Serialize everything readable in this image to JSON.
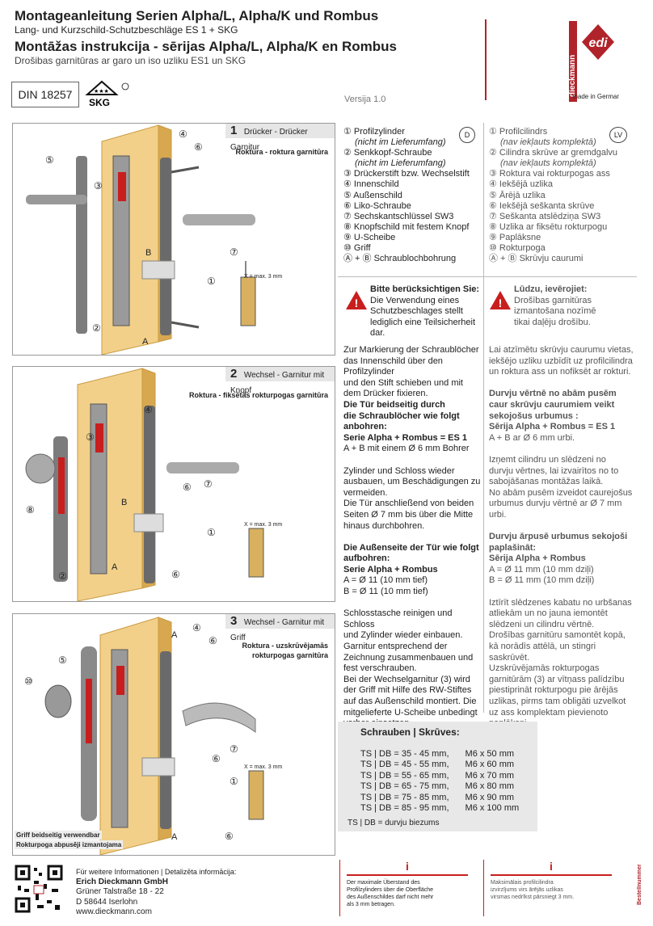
{
  "header": {
    "title_de": "Montageanleitung Serien Alpha/L, Alpha/K und Rombus",
    "subtitle_de": "Lang- und Kurzschild-Schutzbeschläge ES 1 + SKG",
    "title_lv": "Montāžas instrukcija - sērijas Alpha/L, Alpha/K en Rombus",
    "subtitle_lv": "Drošibas garnitūras ar garo un iso uzliku ES1 un SKG",
    "din": "DIN 18257",
    "skg": "SKG",
    "version": "Versija 1.0"
  },
  "logo": {
    "brand": "dieckmann",
    "mark": "edi",
    "tagline": "made in Germany",
    "color": "#b0232a"
  },
  "panels": [
    {
      "num": "1",
      "bar": "Drücker - Drücker Garnitur",
      "sub": "Roktura - roktura garnitūra"
    },
    {
      "num": "2",
      "bar": "Wechsel - Garnitur mit Knopf",
      "sub": "Roktura - fiksētās rokturpogas garnitūra"
    },
    {
      "num": "3",
      "bar": "Wechsel - Garnitur mit Griff",
      "sub1": "Roktura - uzskrūvējamās",
      "sub2": "rokturpogas garnitūra"
    }
  ],
  "xmax": "X = max. 3 mm",
  "panel3_note1": "Griff beidseitig verwendbar",
  "panel3_note2": "Rokturpoga abpusēji izmantojama",
  "callouts": {
    "c1": "①",
    "c2": "②",
    "c3": "③",
    "c4": "④",
    "c5": "⑤",
    "c6": "⑥",
    "c7": "⑦",
    "c8": "⑧",
    "c10": "⑩",
    "A": "A",
    "B": "B"
  },
  "legend_de": {
    "badge": "D",
    "items": [
      "① Profilzylinder",
      "(nicht im Lieferumfang)",
      "② Senkkopf-Schraube",
      "(nicht im Lieferumfang)",
      "③ Drückerstift bzw. Wechselstift",
      "④ Innenschild",
      "⑤ Außenschild",
      "⑥ Liko-Schraube",
      "⑦ Sechskantschlüssel SW3",
      "⑧ Knopfschild mit festem Knopf",
      "⑨ U-Scheibe",
      "⑩ Griff",
      "Ⓐ + Ⓑ Schraublochbohrung"
    ]
  },
  "legend_lv": {
    "badge": "LV",
    "items": [
      "① Profilcilindrs",
      "(nav iekļauts komplektā)",
      "② Cilindra skrūve ar gremdgalvu",
      "(nav iekļauts komplektā)",
      "③ Roktura vai rokturpogas ass",
      "④ Iekšējā uzlika",
      "⑤ Ārējā uzlika",
      "⑥ Iekšējā seškanta skrūve",
      "⑦ Seškanta atslēdziņa SW3",
      "⑧ Uzlika ar fiksētu rokturpogu",
      "⑨ Paplāksne",
      "⑩ Rokturpoga",
      "Ⓐ + Ⓑ Skrūvju caurumi"
    ]
  },
  "warn_de": {
    "title": "Bitte berücksichtigen Sie:",
    "lines": [
      "Die Verwendung eines",
      "Schutzbeschlages stellt",
      "lediglich eine Teilsicherheit",
      "dar."
    ]
  },
  "warn_lv": {
    "title": "Lūdzu, ievērojiet:",
    "lines": [
      "Drošības garnitūras",
      "izmantošana nozīmē",
      "tikai daļēju drošību."
    ]
  },
  "text_de": [
    {
      "t": "Zur Markierung der Schraublöcher",
      "b": false
    },
    {
      "t": "das Innenschild über den",
      "b": false
    },
    {
      "t": "Profilzylinder",
      "b": false
    },
    {
      "t": "und den Stift schieben und mit",
      "b": false
    },
    {
      "t": "dem Drücker fixieren.",
      "b": false
    },
    {
      "t": "Die Tür beidseitig durch",
      "b": true
    },
    {
      "t": "die Schraublöcher wie folgt",
      "b": true
    },
    {
      "t": "anbohren:",
      "b": true
    },
    {
      "t": "Serie Alpha + Rombus = ES 1",
      "b": true
    },
    {
      "t": "A + B mit einem Ø 6 mm Bohrer",
      "b": false
    },
    {
      "t": "",
      "b": false
    },
    {
      "t": "Zylinder und Schloss wieder",
      "b": false
    },
    {
      "t": "ausbauen, um Beschädigungen zu",
      "b": false
    },
    {
      "t": "vermeiden.",
      "b": false
    },
    {
      "t": "Die Tür anschließend von beiden",
      "b": false
    },
    {
      "t": "Seiten Ø 7 mm bis über die Mitte",
      "b": false
    },
    {
      "t": "hinaus durchbohren.",
      "b": false
    },
    {
      "t": "",
      "b": false
    },
    {
      "t": "Die Außenseite der Tür wie folgt",
      "b": true
    },
    {
      "t": "aufbohren:",
      "b": true
    },
    {
      "t": "Serie Alpha + Rombus",
      "b": true
    },
    {
      "t": "A = Ø 11 (10 mm tief)",
      "b": false
    },
    {
      "t": "B = Ø 11 (10 mm tief)",
      "b": false
    },
    {
      "t": "",
      "b": false
    },
    {
      "t": "Schlosstasche reinigen und Schloss",
      "b": false
    },
    {
      "t": "und Zylinder wieder einbauen.",
      "b": false
    },
    {
      "t": "Garnitur entsprechend der",
      "b": false
    },
    {
      "t": "Zeichnung zusammenbauen und",
      "b": false
    },
    {
      "t": "fest verschrauben.",
      "b": false
    },
    {
      "t": "Bei der Wechselgarnitur (3) wird",
      "b": false
    },
    {
      "t": "der Griff mit Hilfe des RW-Stiftes",
      "b": false
    },
    {
      "t": "auf das Außenschild montiert. Die",
      "b": false
    },
    {
      "t": "mitgelieferte U-Scheibe unbedingt",
      "b": false
    },
    {
      "t": "vorher einsetzen.",
      "b": false
    }
  ],
  "text_lv": [
    {
      "t": "Lai atzīmētu skrūvju caurumu vietas,",
      "b": false
    },
    {
      "t": "iekšējo uzliku uzbīdīt uz profilcilindra",
      "b": false
    },
    {
      "t": "un roktura ass un nofiksēt ar rokturi.",
      "b": false
    },
    {
      "t": "",
      "b": false
    },
    {
      "t": "Durvju vērtnē no abām pusēm",
      "b": true
    },
    {
      "t": "caur skrūvju caurumiem veikt",
      "b": true
    },
    {
      "t": "sekojošus urbumus :",
      "b": true
    },
    {
      "t": "Sērija Alpha + Rombus = ES 1",
      "b": true
    },
    {
      "t": "A + B ar Ø 6 mm urbi.",
      "b": false
    },
    {
      "t": "",
      "b": false
    },
    {
      "t": "Izņemt cilindru un slēdzeni no",
      "b": false
    },
    {
      "t": "durvju vērtnes, lai izvairītos no to",
      "b": false
    },
    {
      "t": "sabojāšanas montāžas laikā.",
      "b": false
    },
    {
      "t": "No abām pusēm izveidot caurejošus",
      "b": false
    },
    {
      "t": "urbumus durvju vērtnē ar Ø 7 mm",
      "b": false
    },
    {
      "t": "urbi.",
      "b": false
    },
    {
      "t": "",
      "b": false
    },
    {
      "t": "Durvju ārpusē urbumus sekojoši",
      "b": true
    },
    {
      "t": "paplašināt:",
      "b": true
    },
    {
      "t": "Sērija Alpha + Rombus",
      "b": true
    },
    {
      "t": "A = Ø 11 mm (10 mm dziļi)",
      "b": false
    },
    {
      "t": "B = Ø 11 mm (10 mm dziļi)",
      "b": false
    },
    {
      "t": "",
      "b": false
    },
    {
      "t": "Iztīrīt slēdzenes kabatu no urbšanas",
      "b": false
    },
    {
      "t": "atliekām un no jauna iemontēt",
      "b": false
    },
    {
      "t": "slēdzeni un cilindru vērtnē.",
      "b": false
    },
    {
      "t": "Drošības garnitūru samontēt kopā,",
      "b": false
    },
    {
      "t": "kā norādīs attēlā, un stingri",
      "b": false
    },
    {
      "t": "saskrūvēt.",
      "b": false
    },
    {
      "t": "Uzskrūvējamās rokturpogas",
      "b": false
    },
    {
      "t": "garnitūrām (3) ar vītņass palīdzību",
      "b": false
    },
    {
      "t": "piestiprināt rokturpogu pie ārējās",
      "b": false
    },
    {
      "t": "uzlikas, pirms tam obligāti uzvelkot",
      "b": false
    },
    {
      "t": "uz ass komplektam pievienoto",
      "b": false
    },
    {
      "t": "paplāksni.",
      "b": false
    }
  ],
  "screws": {
    "title": "Schrauben | Skrūves:",
    "rows": [
      [
        "TS | DB = 35 - 45 mm,",
        "M6 x  50 mm"
      ],
      [
        "TS | DB = 45 - 55 mm,",
        "M6 x  60 mm"
      ],
      [
        "TS | DB = 55 - 65 mm,",
        "M6 x  70 mm"
      ],
      [
        "TS | DB = 65 - 75 mm,",
        "M6 x  80 mm"
      ],
      [
        "TS | DB = 75 - 85 mm,",
        "M6 x  90 mm"
      ],
      [
        "TS | DB = 85 - 95 mm,",
        "M6 x 100 mm"
      ]
    ],
    "footer": "TS | DB = durvju biezums"
  },
  "info_de": {
    "icon": "i",
    "lines": [
      "Der maximale Überstand des",
      "Profilzylinders über die Oberfläche",
      "des Außenschildes darf nicht mehr",
      "als 3 mm betragen."
    ]
  },
  "info_lv": {
    "icon": "i",
    "lines": [
      "Maksimālais profilcilindra",
      "izvirzījums virs ārējās uzlikas",
      "virsmas nedrīkst pārsniegt 3 mm."
    ]
  },
  "footer": {
    "more_info": "Für weitere Informationen | Detalizēta informācija:",
    "company": "Erich Dieckmann GmbH",
    "street": "Grüner Talstraße 18 - 22",
    "city": "D 58644 Iserlohn",
    "web": "www.dieckmann.com"
  },
  "sidebar": "Bestellnummer",
  "colors": {
    "door": "#e8c070",
    "doorEdge": "#c89a40",
    "plate": "#8a8a8a",
    "red": "#c81e1e",
    "panelBar": "#e6e6e6"
  }
}
